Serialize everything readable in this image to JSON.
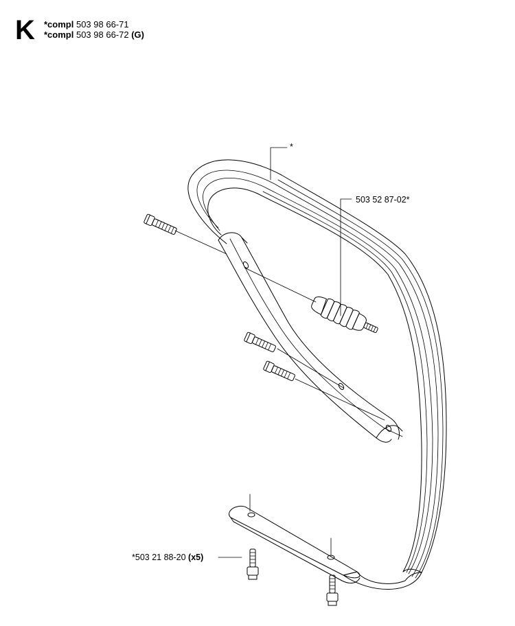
{
  "header": {
    "section_letter": "K",
    "kits": [
      {
        "prefix": "*compl",
        "part_number": "503 98 66-71",
        "suffix": ""
      },
      {
        "prefix": "*compl",
        "part_number": "503 98 66-72",
        "suffix": "(G)"
      }
    ]
  },
  "callouts": {
    "handle": "*",
    "dampener": "503 52 87-02*",
    "screw_part": "*503 21 88-20",
    "screw_qty": "(x5)"
  },
  "colors": {
    "line": "#000000",
    "background": "#ffffff"
  }
}
